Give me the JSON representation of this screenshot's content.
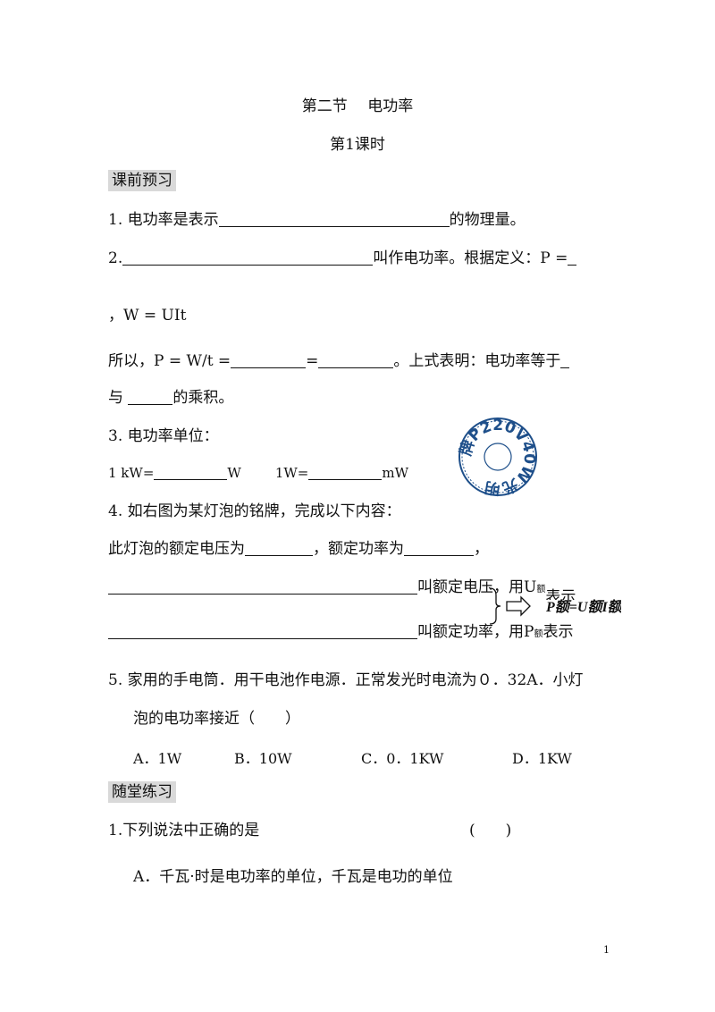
{
  "title": "第二节　 电功率",
  "subtitle": "第1课时",
  "section1": "课前预习",
  "q1": {
    "prefix": "1.  电功率是表示",
    "suffix": "的物理量。"
  },
  "q2": {
    "prefix": "2.",
    "suffix": "叫作电功率。根据定义：P =",
    "cont": "，W = UIt"
  },
  "q2b": {
    "prefix": "所以，P = W/t =",
    "eq": "=",
    "suffix": "。上式表明：电功率等于",
    "line2_prefix": "与 ",
    "line2_suffix": "的乘积。"
  },
  "q3": {
    "label": "3.  电功率单位：",
    "kw": "1 kW=",
    "w_unit": "W",
    "w": "1W=",
    "mw_unit": "mW"
  },
  "seal": {
    "text": "牌P220V40W光明",
    "color": "#1e4f8a"
  },
  "q4": {
    "label": "4.  如右图为某灯泡的铭牌，完成以下内容：",
    "line1a": "此灯泡的额定电压为",
    "line1b": "，额定功率为",
    "line1c": "，",
    "line2": "叫额定电压，用U",
    "line2_sub": "额",
    "line2_end": "表示",
    "line3": "叫额定功率，用P",
    "line3_sub": "额",
    "line3_end": "表示",
    "formula": "P额=U额I额"
  },
  "q5": {
    "line1": "5.  家用的手电筒．用干电池作电源．正常发光时电流为０．32A．小灯",
    "line2": "泡的电功率接近（　　）",
    "options": [
      "A．1W",
      "B．10W",
      "C．0．1KW",
      "D．1KW"
    ]
  },
  "section2": "随堂练习",
  "p1": {
    "text": "1.下列说法中正确的是",
    "paren": "(　　)"
  },
  "p1a": "A．千瓦·时是电功率的单位，千瓦是电功的单位",
  "page_number": "1"
}
